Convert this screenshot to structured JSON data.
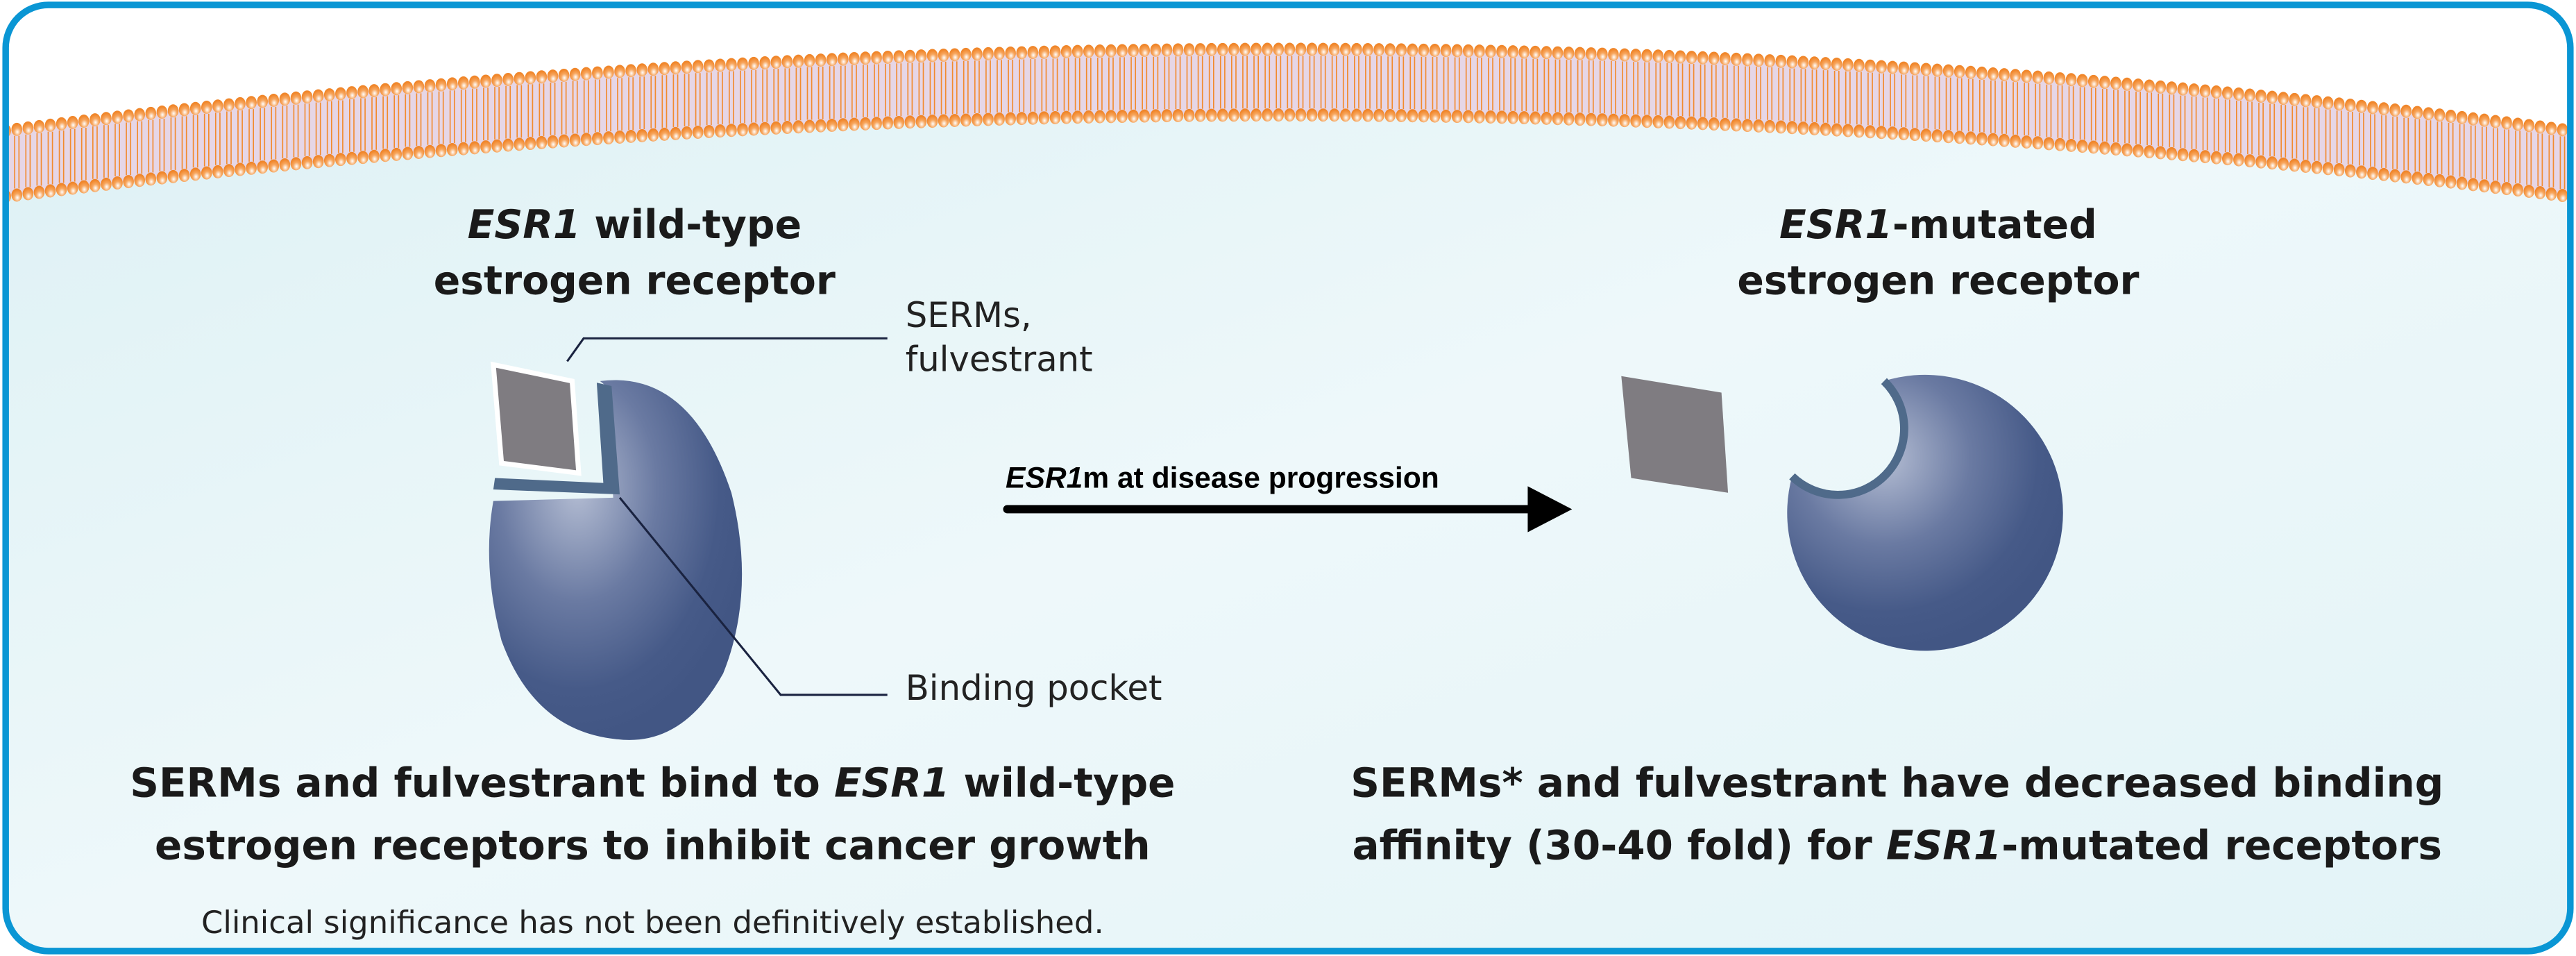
{
  "colors": {
    "frame_border": "#0a96d4",
    "background": "#e0f2f6",
    "lipid_head": "#f28a2e",
    "lipid_band": "#e6d6e6",
    "receptor": "#465a88",
    "ligand": "#7f7c81",
    "arrow": "#000000"
  },
  "left": {
    "title_italic": "ESR1",
    "title_rest": " wild-type",
    "title_line2": "estrogen receptor",
    "label_ligand_1": "SERMs,",
    "label_ligand_2": "fulvestrant",
    "label_pocket": "Binding pocket",
    "caption_1a": "SERMs and fulvestrant bind to ",
    "caption_1b": "ESR1",
    "caption_1c": " wild-type",
    "caption_2": "estrogen receptors to inhibit cancer growth",
    "note": "Clinical significance has not been definitively established."
  },
  "arrow": {
    "label_italic": "ESR1",
    "label_rest": "m at disease progression"
  },
  "right": {
    "title_italic": "ESR1",
    "title_rest": "-mutated",
    "title_line2": "estrogen receptor",
    "caption_1": "SERMs* and fulvestrant have decreased binding",
    "caption_2a": "affinity (30-40 fold) for ",
    "caption_2b": "ESR1",
    "caption_2c": "-mutated receptors"
  },
  "icons": {
    "membrane": "lipid-bilayer-icon",
    "receptor_wt": "receptor-sphere-icon",
    "receptor_mut": "receptor-sphere-mutated-icon",
    "ligand": "ligand-parallelogram-icon",
    "arrow": "arrow-right-icon"
  }
}
